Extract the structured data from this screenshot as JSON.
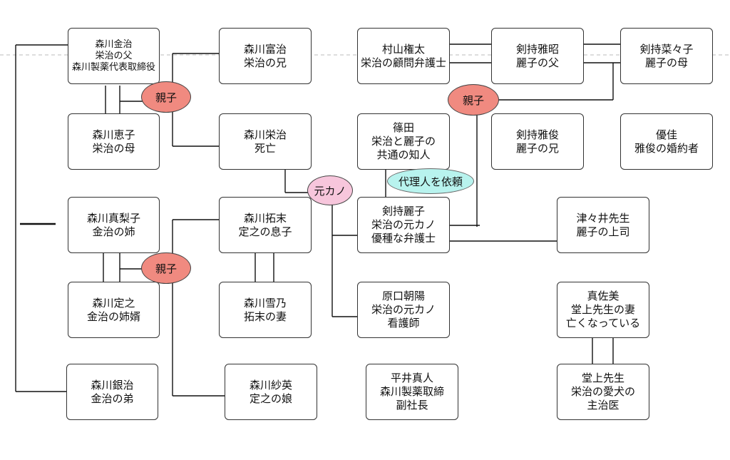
{
  "people": {
    "kinji": "森川金治\n栄治の父\n森川製薬代表取締役",
    "tomiji": "森川富治\n栄治の兄",
    "murayama": "村山権太\n栄治の顧問弁護士",
    "masaaki": "剣持雅昭\n麗子の父",
    "nanako": "剣持菜々子\n麗子の母",
    "keiko": "森川恵子\n栄治の母",
    "eiji": "森川栄治\n死亡",
    "shinoda": "篠田\n栄治と麗子の\n共通の知人",
    "masatoshi": "剣持雅俊\n麗子の兄",
    "yuka": "優佳\n雅俊の婚約者",
    "mariko": "森川真梨子\n金治の姉",
    "takusue": "森川拓末\n定之の息子",
    "reiko": "剣持麗子\n栄治の元カノ\n優種な弁護士",
    "tsutsui": "津々井先生\n麗子の上司",
    "sadayuki": "森川定之\n金治の姉婿",
    "yukino": "森川雪乃\n拓末の妻",
    "harada": "原口朝陽\n栄治の元カノ\n看護師",
    "masami": "真佐美\n堂上先生の妻\n亡くなっている",
    "ginji": "森川銀治\n金治の弟",
    "sae": "森川紗英\n定之の娘",
    "hirai": "平井真人\n森川製薬取締\n副社長",
    "dojo": "堂上先生\n栄治の愛犬の\n主治医"
  },
  "labels": {
    "oyako1": "親子",
    "oyako2": "親子",
    "oyako3": "親子",
    "motokano": "元カノ",
    "dairinin": "代理人を依頼"
  },
  "colors": {
    "relation_oval": "#f08a80",
    "motokano_oval": "#f7c6dc",
    "request_oval": "#b8f3ee"
  }
}
